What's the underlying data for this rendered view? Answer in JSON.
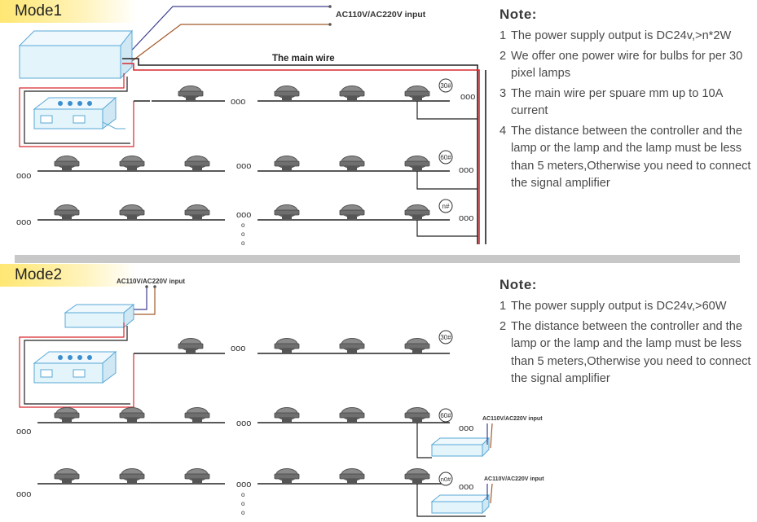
{
  "mode1": {
    "title": "Mode1",
    "ac_input": "AC110V/AC220V input",
    "main_wire": "The main wire",
    "row_labels": [
      "30#",
      "60#",
      "n#"
    ],
    "note_title": "Note:",
    "notes": [
      {
        "num": "1",
        "text": "The power supply output is DC24v,>n*2W"
      },
      {
        "num": "2",
        "text": "We offer one power wire for bulbs for per 30 pixel lamps"
      },
      {
        "num": "3",
        "text": "The main wire per spuare mm up to 10A current"
      },
      {
        "num": "4",
        "text": "The distance between the controller and the lamp or the lamp and the lamp must be less than 5 meters,Otherwise you need to connect the signal amplifier"
      }
    ]
  },
  "mode2": {
    "title": "Mode2",
    "ac_input": "AC110V/AC220V input",
    "row_labels": [
      "30#",
      "60#",
      "n0#"
    ],
    "row_ac_inputs": [
      "AC110V/AC220V input",
      "AC110V/AC220V input"
    ],
    "note_title": "Note:",
    "notes": [
      {
        "num": "1",
        "text": "The power supply output is DC24v,>60W"
      },
      {
        "num": "2",
        "text": "The distance between the controller and the lamp or the lamp and the lamp must be less than 5 meters,Otherwise you need to connect the signal amplifier"
      }
    ]
  },
  "colors": {
    "signal_wire": "#222222",
    "power_wire": "#d8282e",
    "ac_wire_blue": "#3c3f8f",
    "ac_wire_brown": "#a55a2a",
    "device_fill": "#e3f4fb",
    "device_stroke": "#5aa9d6",
    "lamp_fill": "#8a8a8a"
  }
}
